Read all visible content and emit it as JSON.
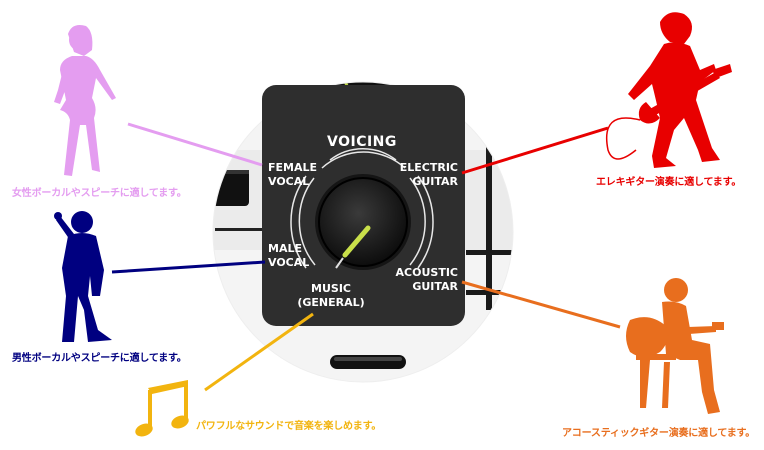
{
  "panel": {
    "title": "VOICING",
    "labels": {
      "female_vocal": [
        "FEMALE",
        "VOCAL"
      ],
      "male_vocal": [
        "MALE",
        "VOCAL"
      ],
      "music_general": [
        "MUSIC",
        "(GENERAL)"
      ],
      "electric_guitar": [
        "ELECTRIC",
        "GUITAR"
      ],
      "acoustic_guitar": [
        "ACOUSTIC",
        "GUITAR"
      ]
    }
  },
  "captions": {
    "female": "女性ボーカルやスピーチに適してます。",
    "male": "男性ボーカルやスピーチに適してます。",
    "music": "パワフルなサウンドで音楽を楽しめます。",
    "electric": "エレキギター演奏に適してます。",
    "acoustic": "アコースティックギター演奏に適してます。"
  },
  "colors": {
    "female": "#e49df0",
    "male": "#000080",
    "music": "#f2b40f",
    "electric": "#e80000",
    "acoustic": "#e86e1e",
    "panel": "#2e2e2e",
    "pointer": "#c9e04a"
  },
  "icons": {
    "female": "female-singer-silhouette-icon",
    "male": "male-singer-silhouette-icon",
    "music": "music-notes-icon",
    "electric": "electric-guitarist-silhouette-icon",
    "acoustic": "acoustic-guitarist-silhouette-icon"
  }
}
